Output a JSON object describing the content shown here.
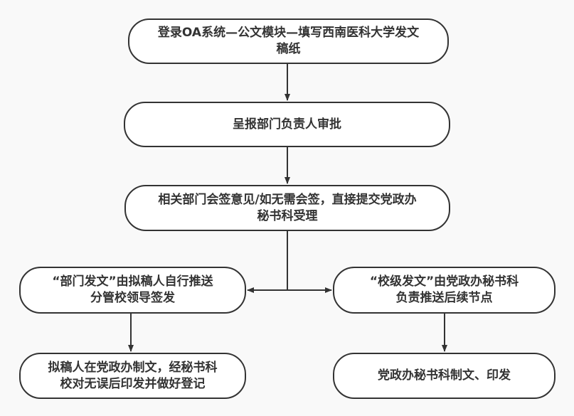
{
  "diagram": {
    "type": "flowchart",
    "colors": {
      "background": "#f9f9f9",
      "node_fill": "#ffffff",
      "stroke": "#333333",
      "text": "#333333"
    },
    "nodes": [
      {
        "id": "n1",
        "lines": [
          "登录OA系统—公文模块—填写西南医科大学发文",
          "稿纸"
        ]
      },
      {
        "id": "n2",
        "lines": [
          "呈报部门负责人审批"
        ]
      },
      {
        "id": "n3",
        "lines": [
          "相关部门会签意见/如无需会签，直接提交党政办",
          "秘书科受理"
        ]
      },
      {
        "id": "n4",
        "lines": [
          "“部门发文”由拟稿人自行推送",
          "分管校领导签发"
        ]
      },
      {
        "id": "n5",
        "lines": [
          "“校级发文”由党政办秘书科",
          "负责推送后续节点"
        ]
      },
      {
        "id": "n6",
        "lines": [
          "拟稿人在党政办制文，经秘书科",
          "校对无误后印发并做好登记"
        ]
      },
      {
        "id": "n7",
        "lines": [
          "党政办秘书科制文、印发"
        ]
      }
    ],
    "edges": [
      {
        "from": "n1",
        "to": "n2"
      },
      {
        "from": "n2",
        "to": "n3"
      },
      {
        "from": "n3",
        "to": "n4"
      },
      {
        "from": "n3",
        "to": "n5"
      },
      {
        "from": "n4",
        "to": "n6"
      },
      {
        "from": "n5",
        "to": "n7"
      }
    ]
  }
}
